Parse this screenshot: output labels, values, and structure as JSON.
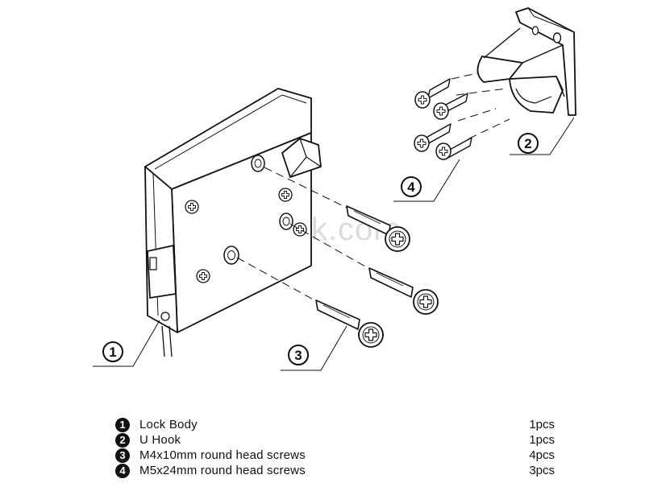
{
  "watermark": "ebolock.com",
  "callouts": [
    "1",
    "2",
    "3",
    "4"
  ],
  "parts": [
    {
      "number": "1",
      "name": "Lock Body",
      "qty": "1pcs"
    },
    {
      "number": "2",
      "name": "U Hook",
      "qty": "1pcs"
    },
    {
      "number": "3",
      "name": "M4x10mm round head screws",
      "qty": "4pcs"
    },
    {
      "number": "4",
      "name": "M5x24mm round head screws",
      "qty": "3pcs"
    }
  ]
}
